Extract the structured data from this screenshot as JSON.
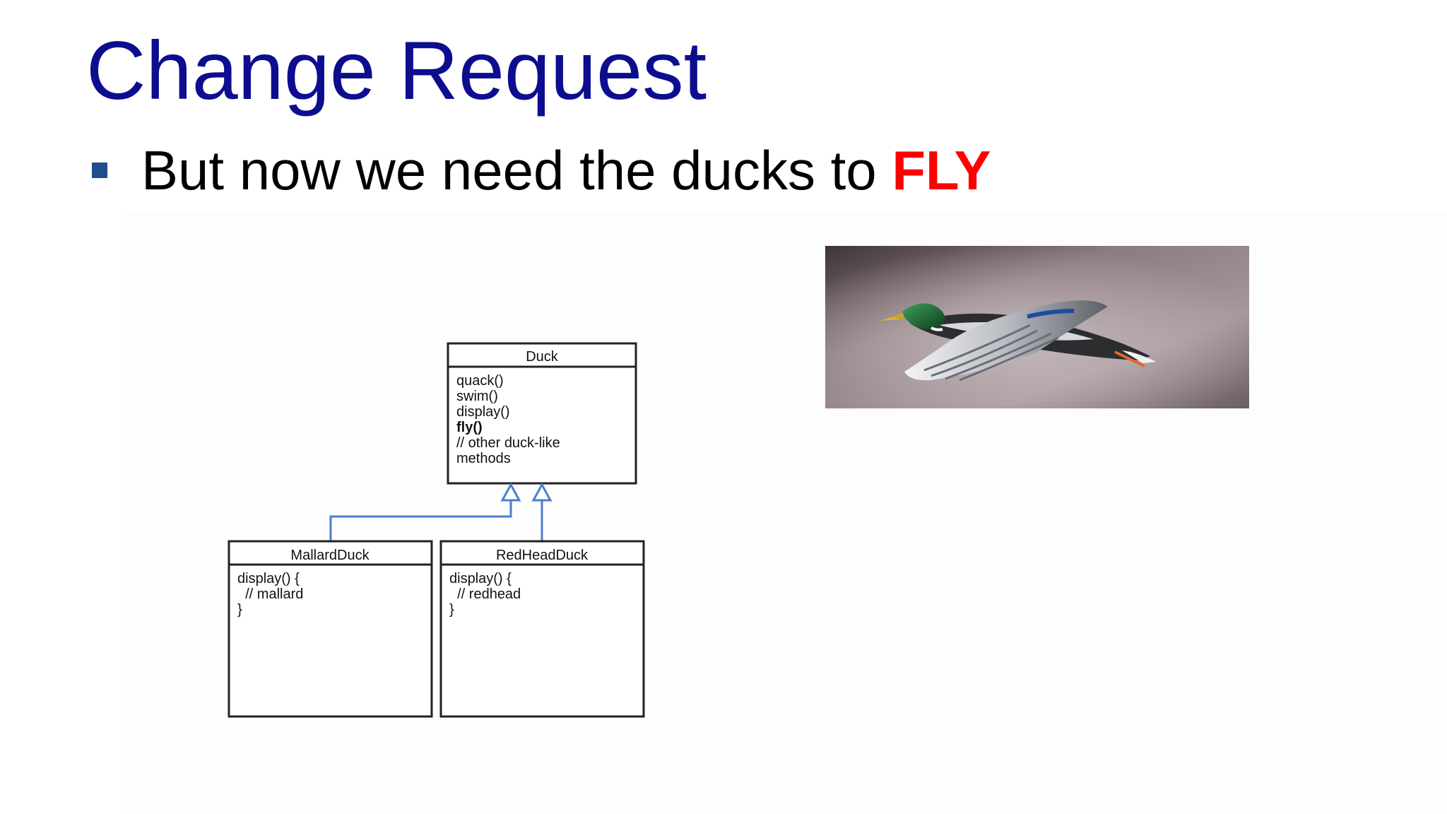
{
  "slide": {
    "title": "Change Request",
    "bullet": {
      "text_before": "But now we need the ducks to ",
      "emphasis": "FLY",
      "emphasis_color": "#ff0000"
    }
  },
  "colors": {
    "title": "#0d0d8f",
    "bullet_marker": "#1f4e8c",
    "inheritance_arrow": "#4a7fc9"
  },
  "uml": {
    "duck": {
      "name": "Duck",
      "members": [
        "quack()",
        "swim()",
        "display()",
        "fly()",
        "// other duck-like",
        "methods"
      ],
      "highlighted_member": "fly()"
    },
    "mallard": {
      "name": "MallardDuck",
      "body": [
        "display() {",
        "  // mallard",
        "}"
      ]
    },
    "redhead": {
      "name": "RedHeadDuck",
      "body": [
        "display() {",
        "  // redhead",
        "}"
      ]
    }
  },
  "photo": {
    "subject": "flying mallard duck"
  }
}
